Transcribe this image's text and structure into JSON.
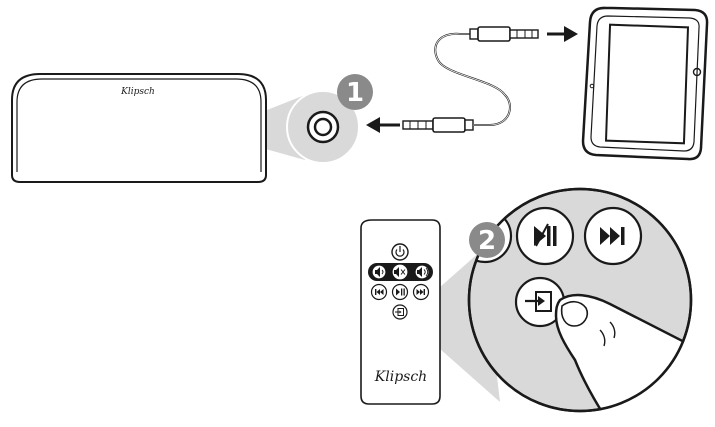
{
  "steps": [
    {
      "label": "1",
      "description": ""
    },
    {
      "label": "2",
      "description": ""
    }
  ],
  "brand": {
    "speaker_logo": "Klipsch",
    "remote_logo": "Klipsch"
  },
  "icons": {
    "speaker": "speaker-icon",
    "aux_port": "aux-port-icon",
    "aux_cable": "aux-cable-icon",
    "tablet": "tablet-icon",
    "arrow_left": "arrow-left-icon",
    "arrow_right": "arrow-right-icon",
    "remote": "remote-control-icon",
    "power": "power-icon",
    "volume_down": "volume-down-icon",
    "mute": "mute-icon",
    "volume_up": "volume-up-icon",
    "previous": "previous-track-icon",
    "play_pause": "play-pause-icon",
    "next": "next-track-icon",
    "input": "input-icon",
    "finger": "finger-press-icon"
  },
  "colors": {
    "line": "#1a1a1a",
    "badge": "#8a8a8a",
    "zoom_fill": "#d9d9d9",
    "button_dark": "#1a1a1a"
  }
}
